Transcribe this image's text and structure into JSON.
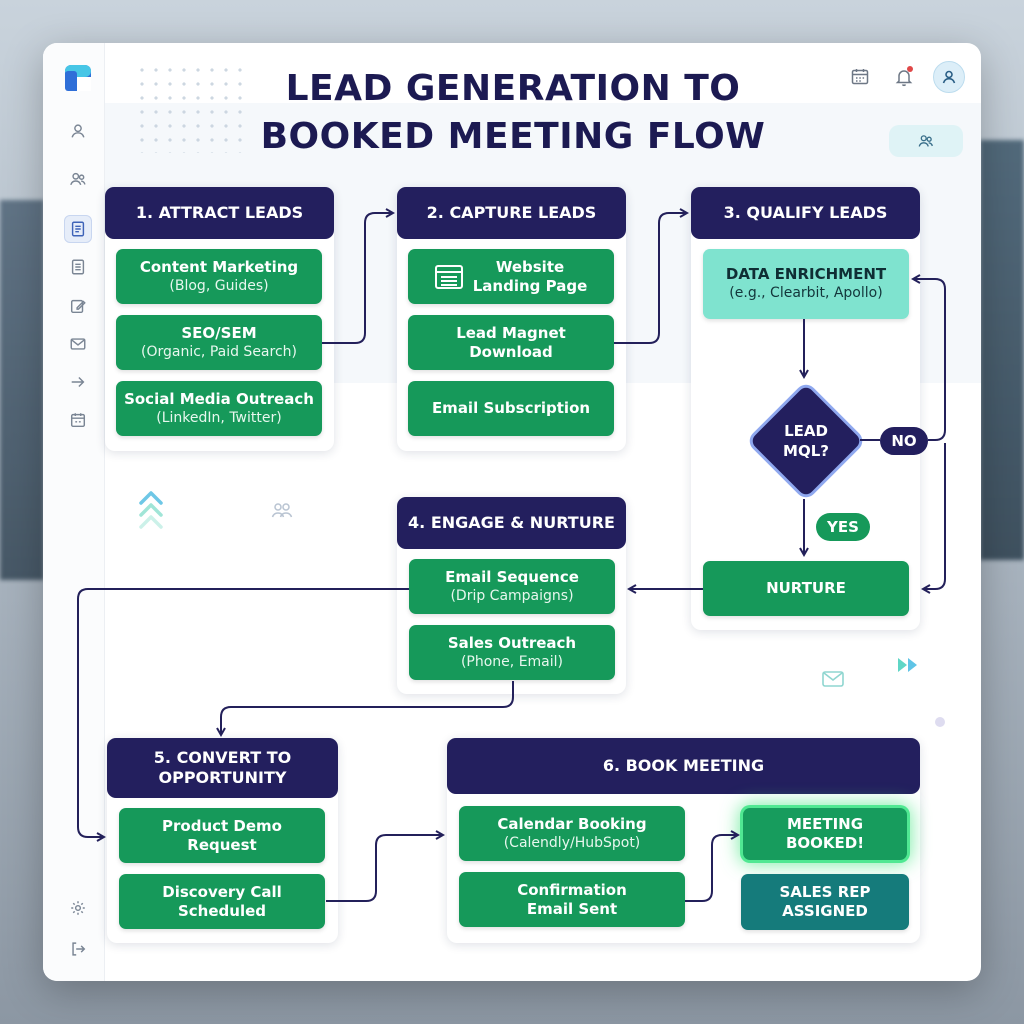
{
  "title": {
    "line1": "LEAD GENERATION TO",
    "line2": "BOOKED MEETING FLOW"
  },
  "icons": {
    "logo": "app-logo",
    "sidebar": [
      "user-icon",
      "users-icon",
      "document-icon",
      "list-icon",
      "edit-icon",
      "mail-icon",
      "arrow-right-icon",
      "calendar-icon",
      "settings-icon",
      "logout-icon"
    ],
    "top": [
      "calendar-icon",
      "bell-icon",
      "avatar-user-icon"
    ],
    "team": "team-icon"
  },
  "colors": {
    "header_navy": "#231f5e",
    "item_green": "#16995a",
    "item_light_teal": "#7fe3cf",
    "item_teal": "#157b7b",
    "glow_green": "#50e892",
    "bell_dot": "#e04848"
  },
  "stages": {
    "attract": {
      "header": "1. ATTRACT LEADS",
      "items": [
        {
          "title": "Content Marketing",
          "sub": "(Blog, Guides)"
        },
        {
          "title": "SEO/SEM",
          "sub": "(Organic, Paid Search)"
        },
        {
          "title": "Social Media Outreach",
          "sub": "(LinkedIn, Twitter)"
        }
      ]
    },
    "capture": {
      "header": "2. CAPTURE LEADS",
      "items": [
        {
          "title_line1": "Website",
          "title_line2": "Landing Page",
          "icon": "webpage-icon"
        },
        {
          "title_line1": "Lead Magnet",
          "title_line2": "Download"
        },
        {
          "title": "Email Subscription"
        }
      ]
    },
    "qualify": {
      "header": "3. QUALIFY LEADS",
      "enrichment": {
        "title": "DATA ENRICHMENT",
        "sub": "(e.g., Clearbit, Apollo)"
      },
      "decision_line1": "LEAD",
      "decision_line2": "MQL?",
      "no_label": "NO",
      "yes_label": "YES",
      "nurture": "NURTURE"
    },
    "engage": {
      "header": "4. ENGAGE & NURTURE",
      "items": [
        {
          "title": "Email Sequence",
          "sub": "(Drip Campaigns)"
        },
        {
          "title": "Sales Outreach",
          "sub": "(Phone, Email)"
        }
      ]
    },
    "convert": {
      "header_line1": "5. CONVERT TO",
      "header_line2": "OPPORTUNITY",
      "items": [
        {
          "title_line1": "Product Demo",
          "title_line2": "Request"
        },
        {
          "title_line1": "Discovery Call",
          "title_line2": "Scheduled"
        }
      ]
    },
    "book": {
      "header": "6. BOOK MEETING",
      "items": [
        {
          "title": "Calendar Booking",
          "sub": "(Calendly/HubSpot)"
        },
        {
          "title_line1": "Confirmation",
          "title_line2": "Email Sent"
        }
      ],
      "booked_line1": "MEETING",
      "booked_line2": "BOOKED!",
      "assigned_line1": "SALES REP",
      "assigned_line2": "ASSIGNED"
    }
  }
}
